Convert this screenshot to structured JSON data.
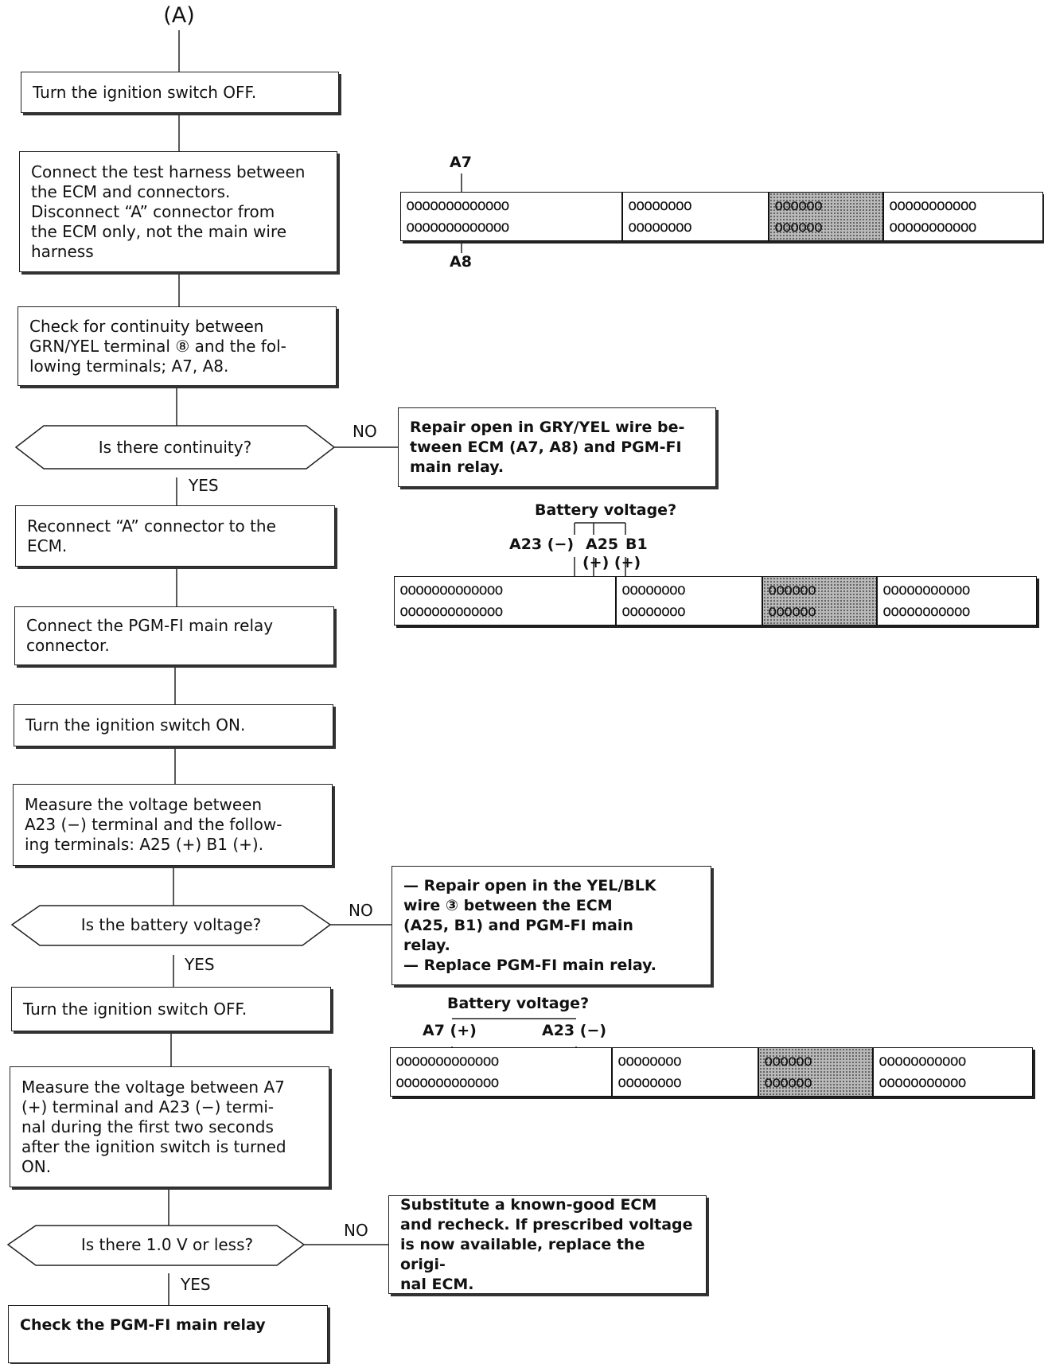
{
  "start_label": "(A)",
  "steps": {
    "s1": "Turn the ignition switch OFF.",
    "s2": "Connect the test harness between\nthe ECM and connectors.\nDisconnect “A” connector from\nthe ECM only, not the main wire\nharness",
    "s3": "Check for continuity between\nGRN/YEL terminal ⑧ and the fol-\nlowing terminals; A7, A8.",
    "s4": "Reconnect “A” connector to the\nECM.",
    "s5": "Connect the PGM-FI main relay\nconnector.",
    "s6": "Turn the ignition switch ON.",
    "s7": "Measure the voltage between\nA23 (−) terminal and the follow-\ning terminals: A25 (+) B1 (+).",
    "s8": "Turn the ignition switch OFF.",
    "s9": "Measure the voltage between A7\n(+) terminal and A23 (−) termi-\nnal during the first two seconds\nafter the ignition switch is turned\nON.",
    "s10": "Check the PGM-FI main relay"
  },
  "decisions": {
    "d1": "Is there continuity?",
    "d2": "Is the battery voltage?",
    "d3": "Is there 1.0 V or less?"
  },
  "branches": {
    "yes": "YES",
    "no": "NO"
  },
  "outcomes": {
    "o1": "Repair open in GRY/YEL wire be-\ntween ECM (A7, A8) and PGM-FI\nmain relay.",
    "o2a": "— Repair open in the YEL/BLK\n   wire ③ between the ECM\n   (A25, B1) and PGM-FI main\n   relay.",
    "o2b": "— Replace PGM-FI main relay.",
    "o3": "Substitute a known-good ECM\nand recheck. If prescribed voltage\nis now available, replace the origi-\nnal ECM."
  },
  "connector_labels": {
    "c1_top": "A7",
    "c1_bottom": "A8",
    "c2_title": "Battery voltage?",
    "c2_a23": "A23 (−)",
    "c2_a25": "A25",
    "c2_b1": "B1",
    "c2_plus": "(+) (+)",
    "c3_title": "Battery voltage?",
    "c3_a7": "A7 (+)",
    "c3_a23": "A23 (−)"
  },
  "connector_pins": {
    "sec1": "ooooooooooooo",
    "sec2": "oooooooo",
    "sec3": "oooooo",
    "sec4": "ooooooooooo"
  }
}
